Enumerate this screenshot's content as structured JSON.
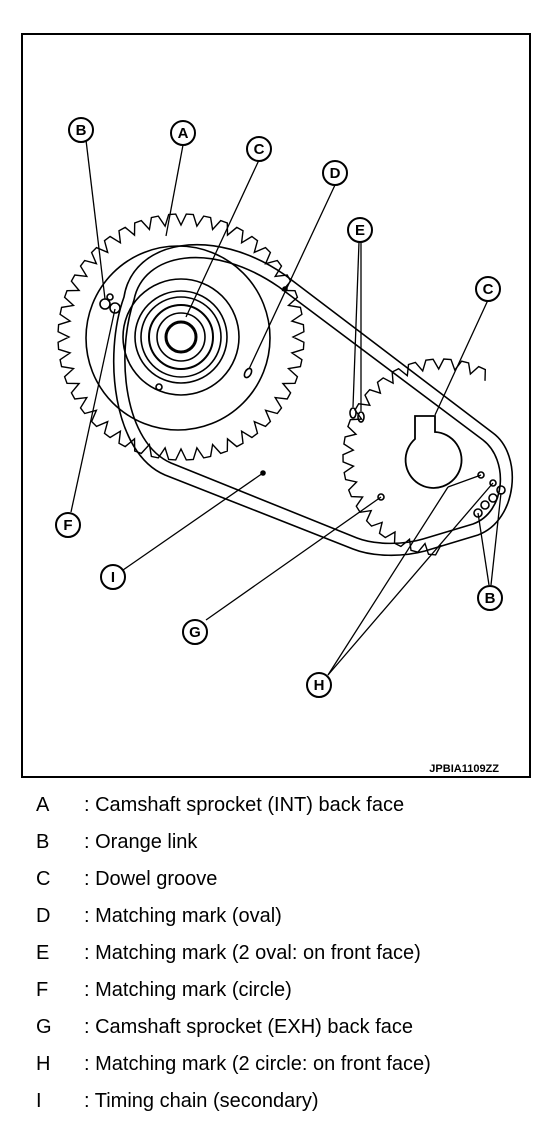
{
  "figure": {
    "code": "JPBIA1109ZZ",
    "callouts": {
      "A": "A",
      "B": "B",
      "C": "C",
      "D": "D",
      "E": "E",
      "F": "F",
      "G": "G",
      "H": "H",
      "I": "I"
    }
  },
  "legend": [
    {
      "key": "A",
      "desc": ": Camshaft sprocket (INT) back face"
    },
    {
      "key": "B",
      "desc": ": Orange link"
    },
    {
      "key": "C",
      "desc": ": Dowel groove"
    },
    {
      "key": "D",
      "desc": ": Matching mark (oval)"
    },
    {
      "key": "E",
      "desc": ": Matching mark (2 oval: on front face)"
    },
    {
      "key": "F",
      "desc": ": Matching mark (circle)"
    },
    {
      "key": "G",
      "desc": ": Camshaft sprocket (EXH) back face"
    },
    {
      "key": "H",
      "desc": ": Matching mark (2 circle: on front face)"
    },
    {
      "key": "I",
      "desc": ": Timing chain (secondary)"
    }
  ]
}
